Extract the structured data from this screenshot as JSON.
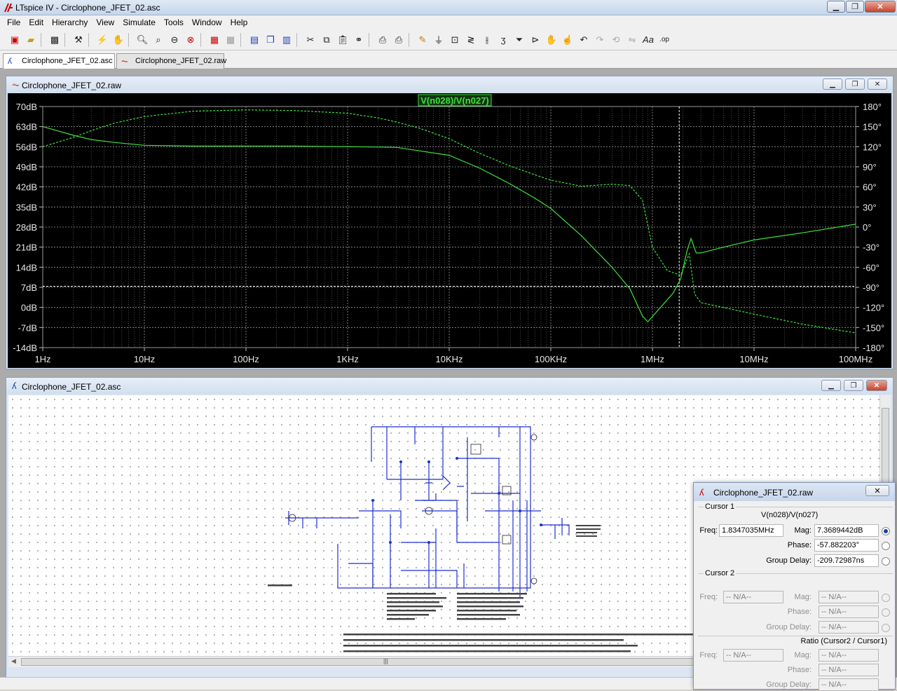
{
  "app": {
    "title": "LTspice IV - Circlophone_JFET_02.asc"
  },
  "menu": [
    "File",
    "Edit",
    "Hierarchy",
    "View",
    "Simulate",
    "Tools",
    "Window",
    "Help"
  ],
  "doc_tabs": [
    {
      "label": "Circlophone_JFET_02.asc",
      "icon": "schematic-icon"
    },
    {
      "label": "Circlophone_JFET_02.raw",
      "icon": "waveform-icon"
    }
  ],
  "plot_window": {
    "title": "Circlophone_JFET_02.raw",
    "trace_label": "V(n028)/V(n027)"
  },
  "chart_data": {
    "type": "line",
    "title": "V(n028)/V(n027)",
    "x_scale": "log",
    "xlim": [
      1,
      100000000
    ],
    "x_ticks": [
      "1Hz",
      "10Hz",
      "100Hz",
      "1KHz",
      "10KHz",
      "100KHz",
      "1MHz",
      "10MHz",
      "100MHz"
    ],
    "y_left_ticks": [
      "70dB",
      "63dB",
      "56dB",
      "49dB",
      "42dB",
      "35dB",
      "28dB",
      "21dB",
      "14dB",
      "7dB",
      "0dB",
      "-7dB",
      "-14dB"
    ],
    "ylim_left": [
      -14,
      70
    ],
    "y_right_ticks": [
      "180°",
      "150°",
      "120°",
      "90°",
      "60°",
      "30°",
      "0°",
      "-30°",
      "-60°",
      "-90°",
      "-120°",
      "-150°",
      "-180°"
    ],
    "ylim_right": [
      -180,
      180
    ],
    "grid": true,
    "cursor_freq": 1834703.5,
    "cursor_mag": 7.3689442,
    "series": [
      {
        "name": "V(n028)/V(n027)",
        "color": "#3ee03e",
        "style": "solid",
        "axis": "left",
        "x": [
          1,
          2,
          3,
          5,
          10,
          30,
          100,
          300,
          1000,
          3000,
          10000,
          20000,
          40000,
          70000,
          100000,
          200000,
          400000,
          600000,
          800000,
          900000,
          1200000,
          1600000,
          1900000,
          2200000,
          2400000,
          2700000,
          3000000,
          5000000,
          10000000,
          30000000,
          100000000
        ],
        "y": [
          63,
          60,
          58.5,
          57.5,
          56.5,
          56.2,
          56.2,
          56.2,
          56,
          55.8,
          53,
          48.5,
          43,
          38,
          34.5,
          25,
          14,
          6.5,
          -3,
          -5,
          0,
          5,
          10,
          20,
          24,
          19,
          19,
          21,
          23.5,
          26,
          29
        ]
      },
      {
        "name": "V(n028)/V(n027) phase",
        "color": "#3ee03e",
        "style": "dashed",
        "axis": "right",
        "x": [
          1,
          2,
          3,
          5,
          10,
          30,
          100,
          300,
          1000,
          2000,
          3000,
          5000,
          10000,
          20000,
          40000,
          70000,
          100000,
          200000,
          400000,
          600000,
          800000,
          1000000,
          1400000,
          1900000,
          2300000,
          2600000,
          3000000,
          5000000,
          10000000,
          30000000,
          100000000
        ],
        "y": [
          120,
          134,
          144,
          155,
          165,
          173,
          175,
          174,
          170,
          163,
          157,
          148,
          132,
          110,
          91,
          78,
          70,
          61,
          64,
          62,
          40,
          -30,
          -65,
          -72,
          -40,
          -100,
          -113,
          -120,
          -130,
          -145,
          -158
        ]
      }
    ]
  },
  "schematic_window": {
    "title": "Circlophone_JFET_02.asc"
  },
  "cursor_dialog": {
    "title": "Circlophone_JFET_02.raw",
    "cursor1": {
      "label": "Cursor 1",
      "trace": "V(n028)/V(n027)",
      "freq_label": "Freq:",
      "freq": "1.8347035MHz",
      "mag_label": "Mag:",
      "mag": "7.3689442dB",
      "phase_label": "Phase:",
      "phase": "-57.882203°",
      "gd_label": "Group Delay:",
      "gd": "-209.72987ns"
    },
    "cursor2": {
      "label": "Cursor 2",
      "freq_label": "Freq:",
      "freq": "-- N/A--",
      "mag_label": "Mag:",
      "mag": "-- N/A--",
      "phase_label": "Phase:",
      "phase": "-- N/A--",
      "gd_label": "Group Delay:",
      "gd": "-- N/A--"
    },
    "ratio": {
      "label": "Ratio (Cursor2 / Cursor1)",
      "freq_label": "Freq:",
      "freq": "-- N/A--",
      "mag_label": "Mag:",
      "mag": "-- N/A--",
      "phase_label": "Phase:",
      "phase": "-- N/A--",
      "gd_label": "Group Delay:",
      "gd": "-- N/A--"
    }
  },
  "colors": {
    "plot_bg": "#000000",
    "trace": "#3ee03e",
    "schematic_wire": "#1f2fd0"
  }
}
